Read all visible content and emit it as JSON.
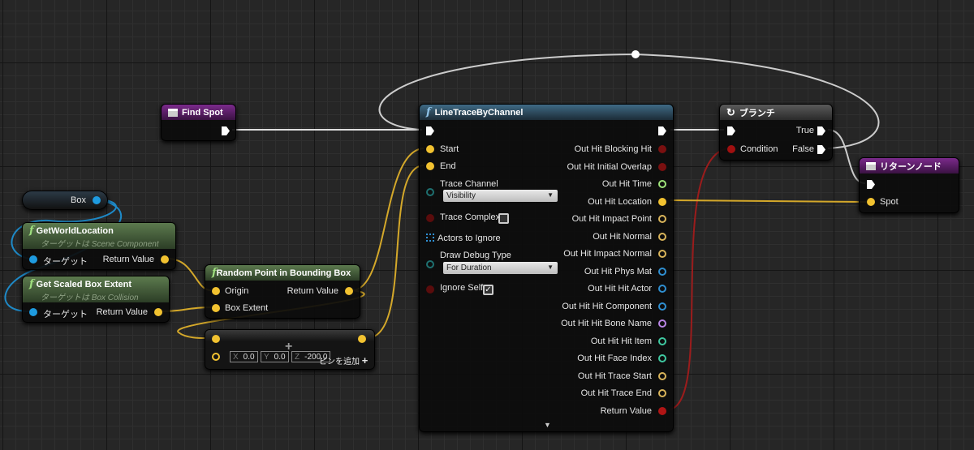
{
  "find_spot": {
    "title": "Find Spot"
  },
  "box_var": {
    "label": "Box"
  },
  "get_world_location": {
    "title": "GetWorldLocation",
    "subtitle": "ターゲットは Scene Component",
    "target": "ターゲット",
    "return": "Return Value"
  },
  "get_scaled_box_extent": {
    "title": "Get Scaled Box Extent",
    "subtitle": "ターゲットは Box Collision",
    "target": "ターゲット",
    "return": "Return Value"
  },
  "random_point": {
    "title": "Random Point in Bounding Box",
    "origin": "Origin",
    "box_extent": "Box Extent",
    "return": "Return Value"
  },
  "add_vector": {
    "x_label": "X",
    "x": "0.0",
    "y_label": "Y",
    "y": "0.0",
    "z_label": "Z",
    "z": "-200.0",
    "add_pin": "ピンを追加"
  },
  "line_trace": {
    "title": "LineTraceByChannel",
    "inputs": {
      "start": "Start",
      "end": "End",
      "trace_channel": "Trace Channel",
      "trace_channel_value": "Visibility",
      "trace_complex": "Trace Complex",
      "trace_complex_checked": false,
      "actors_to_ignore": "Actors to Ignore",
      "draw_debug_type": "Draw Debug Type",
      "draw_debug_value": "For Duration",
      "ignore_self": "Ignore Self",
      "ignore_self_checked": true
    },
    "outputs": [
      {
        "label": "Out Hit Blocking Hit",
        "color": "#7a1010",
        "filled": true
      },
      {
        "label": "Out Hit Initial Overlap",
        "color": "#7a1010",
        "filled": true
      },
      {
        "label": "Out Hit Time",
        "color": "#9ee37a",
        "filled": false
      },
      {
        "label": "Out Hit Location",
        "color": "#f2c230",
        "filled": true
      },
      {
        "label": "Out Hit Impact Point",
        "color": "#d9b45a",
        "filled": false
      },
      {
        "label": "Out Hit Normal",
        "color": "#d9b45a",
        "filled": false
      },
      {
        "label": "Out Hit Impact Normal",
        "color": "#d9b45a",
        "filled": false
      },
      {
        "label": "Out Hit Phys Mat",
        "color": "#2f8fd1",
        "filled": false
      },
      {
        "label": "Out Hit Hit Actor",
        "color": "#2f8fd1",
        "filled": false
      },
      {
        "label": "Out Hit Hit Component",
        "color": "#2f8fd1",
        "filled": false
      },
      {
        "label": "Out Hit Hit Bone Name",
        "color": "#b985e5",
        "filled": false
      },
      {
        "label": "Out Hit Hit Item",
        "color": "#3fc8a0",
        "filled": false
      },
      {
        "label": "Out Hit Face Index",
        "color": "#3fc8a0",
        "filled": false
      },
      {
        "label": "Out Hit Trace Start",
        "color": "#d9b45a",
        "filled": false
      },
      {
        "label": "Out Hit Trace End",
        "color": "#d9b45a",
        "filled": false
      },
      {
        "label": "Return Value",
        "color": "#b01515",
        "filled": true
      }
    ]
  },
  "branch": {
    "title": "ブランチ",
    "true": "True",
    "false": "False",
    "condition": "Condition"
  },
  "return_node": {
    "title": "リターンノード",
    "spot": "Spot"
  },
  "colors": {
    "exec": "#ffffff",
    "vector": "#f2c230",
    "object": "#1e9be0",
    "bool": "#b01515"
  }
}
